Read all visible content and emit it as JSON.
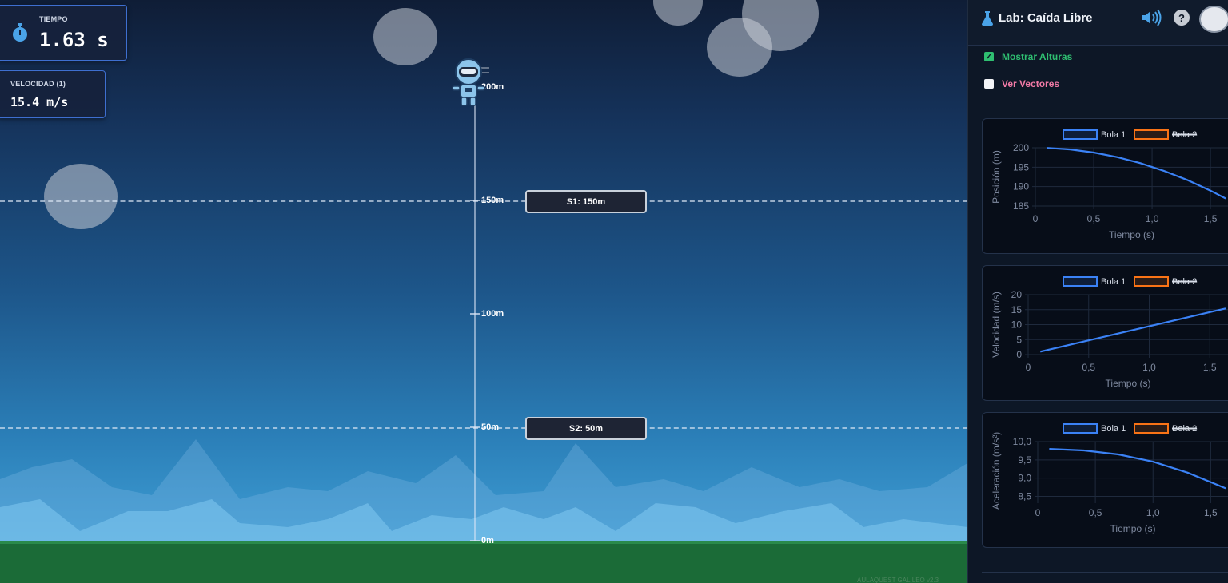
{
  "hud": {
    "time_label": "TIEMPO",
    "time_value": "1.63 s",
    "velocity_label": "VELOCIDAD (1)",
    "velocity_value": "15.4 m/s",
    "stopwatch_icon": "stopwatch-icon"
  },
  "scene": {
    "ruler_labels": [
      "200m",
      "150m",
      "100m",
      "50m",
      "0m"
    ],
    "sensor_1": "S1: 150m",
    "sensor_2": "S2: 50m",
    "watermark": "AULAQUEST GALILEO v2.3",
    "colors": {
      "sky_top": "#0f1d36",
      "sky_bottom": "#46a9df",
      "ground": "#1b6b37"
    }
  },
  "panel": {
    "title": "Lab: Caída Libre",
    "show_heights_label": "Mostrar Alturas",
    "show_heights_checked": true,
    "show_vectors_label": "Ver Vectores",
    "show_vectors_checked": false,
    "help_label": "?",
    "colors": {
      "show_heights": "#2fbf71",
      "show_vectors": "#f17aa6"
    }
  },
  "chart_data": [
    {
      "type": "line",
      "legend": [
        "Bola 1",
        "Bola 2"
      ],
      "legend_hidden": [
        false,
        true
      ],
      "series_colors": [
        "#3b82f6",
        "#f97316"
      ],
      "xlabel": "Tiempo (s)",
      "ylabel": "Posición (m)",
      "xlim": [
        0,
        1.65
      ],
      "ylim": [
        185,
        200
      ],
      "xticks": [
        "0",
        "0,5",
        "1,0",
        "1,5"
      ],
      "yticks": [
        "200",
        "195",
        "190",
        "185"
      ],
      "series": [
        {
          "name": "Bola 1",
          "x": [
            0.1,
            0.3,
            0.5,
            0.7,
            0.9,
            1.1,
            1.3,
            1.5,
            1.63
          ],
          "y": [
            199.95,
            199.56,
            198.77,
            197.6,
            196.03,
            194.07,
            191.72,
            188.97,
            186.96
          ]
        }
      ]
    },
    {
      "type": "line",
      "legend": [
        "Bola 1",
        "Bola 2"
      ],
      "legend_hidden": [
        false,
        true
      ],
      "series_colors": [
        "#3b82f6",
        "#f97316"
      ],
      "xlabel": "Tiempo (s)",
      "ylabel": "Velocidad (m/s)",
      "xlim": [
        0,
        1.65
      ],
      "ylim": [
        0,
        20
      ],
      "xticks": [
        "0",
        "0,5",
        "1,0",
        "1,5"
      ],
      "yticks": [
        "20",
        "15",
        "10",
        "5",
        "0"
      ],
      "series": [
        {
          "name": "Bola 1",
          "x": [
            0.1,
            1.63
          ],
          "y": [
            0.98,
            15.4
          ]
        }
      ]
    },
    {
      "type": "line",
      "legend": [
        "Bola 1",
        "Bola 2"
      ],
      "legend_hidden": [
        false,
        true
      ],
      "series_colors": [
        "#3b82f6",
        "#f97316"
      ],
      "xlabel": "Tiempo (s)",
      "ylabel": "Aceleración (m/s²)",
      "xlim": [
        0,
        1.65
      ],
      "ylim": [
        8.4,
        10.0
      ],
      "xticks": [
        "0",
        "0,5",
        "1,0",
        "1,5"
      ],
      "yticks": [
        "10,0",
        "9,5",
        "9,0",
        "8,5"
      ],
      "series": [
        {
          "name": "Bola 1",
          "x": [
            0.1,
            0.4,
            0.7,
            1.0,
            1.3,
            1.63
          ],
          "y": [
            9.8,
            9.76,
            9.65,
            9.45,
            9.15,
            8.72
          ]
        }
      ]
    }
  ]
}
